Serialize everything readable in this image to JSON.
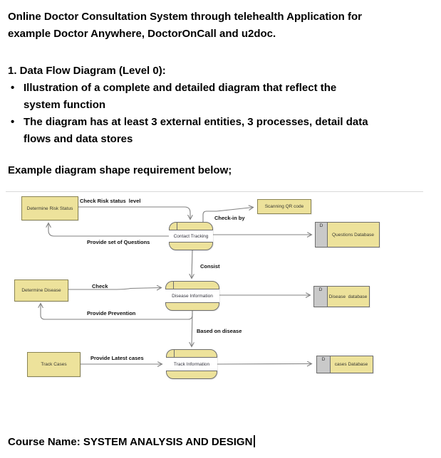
{
  "doc": {
    "intro": "Online Doctor Consultation System through telehealth Application for\nexample Doctor Anywhere, DoctorOnCall and u2doc.",
    "section_heading": "1. Data Flow Diagram (Level 0):",
    "bullet1": "Illustration of a complete and detailed diagram that reflect the\nsystem function",
    "bullet2": "The diagram has at least 3 external entities, 3 processes, detail data\nflows and data stores",
    "example_line": "Example diagram shape requirement below;",
    "course_line": "Course Name: SYSTEM ANALYSIS AND DESIGN"
  },
  "diagram": {
    "entities": {
      "risk": "Determine Risk Status",
      "qr": "Scanning QR code",
      "disease": "Determine Disease",
      "track": "Track Cases"
    },
    "processes": {
      "contact": "Contact Tracking",
      "disease": "Disease Information",
      "track": "Track Information"
    },
    "stores": {
      "questions": {
        "tag": "D",
        "label": "Questions Database"
      },
      "disease": {
        "tag": "D",
        "label": "Disease  database"
      },
      "cases": {
        "tag": "D",
        "label": "cases Database"
      }
    },
    "flows": {
      "check_risk": "Check Risk status  level",
      "check_in": "Check-in by",
      "provide_questions": "Provide set of Questions",
      "consist": "Consist",
      "check": "Check",
      "provide_prevention": "Provide Prevention",
      "based_on": "Based on disease",
      "provide_latest": "Provide Latest cases"
    },
    "colors": {
      "shape_fill": "#ede29b",
      "store_band_gray": "#c9c9c9",
      "arrow_gray": "#828282",
      "shape_border": "#8a8454"
    }
  }
}
